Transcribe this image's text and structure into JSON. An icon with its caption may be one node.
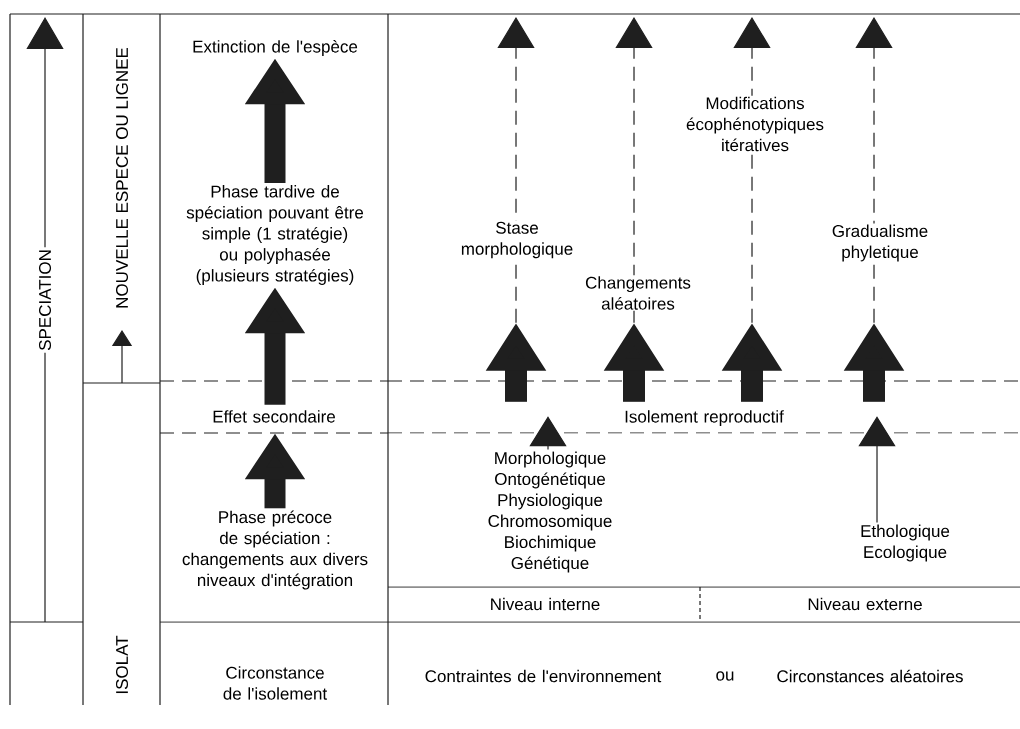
{
  "diagram": {
    "nodes": [
      {
        "text": [
          "Extinction de l'espèce"
        ]
      },
      {
        "text": [
          "Phase tardive de spéciation pouvant être simple (1 stratégie) ou polyphasée (plusieurs stratégies)"
        ]
      },
      {
        "text": [
          "Effet secondaire"
        ]
      },
      {
        "text": [
          "Phase précoce de spéciation : changements aux divers niveaux d'intégration"
        ]
      },
      {
        "text": [
          "Circonstance de l'isolement"
        ]
      },
      {
        "text": [
          "Isolement reproductif"
        ]
      },
      {
        "text": [
          "Morphologique Ontogénétique Physiologique Chromosomique Biochimique Génétique"
        ]
      },
      {
        "text": [
          "Ethologique Ecologique"
        ]
      },
      {
        "text": [
          "Niveau interne"
        ]
      },
      {
        "text": [
          "Niveau externe"
        ]
      },
      {
        "text": [
          "Contraintes de l'environnement"
        ]
      },
      {
        "text": [
          "Circonstances aléatoires"
        ]
      }
    ],
    "edges": [
      {
        "from": 1,
        "to": 0,
        "arrow": "to",
        "style": "thick"
      },
      {
        "from": 2,
        "to": 1,
        "arrow": "to",
        "style": "thick"
      },
      {
        "from": 3,
        "to": 2,
        "arrow": "to",
        "style": "thick"
      },
      {
        "from": 6,
        "to": 5,
        "arrow": "to"
      },
      {
        "from": 7,
        "to": 5,
        "arrow": "to"
      },
      {
        "from": 5,
        "to": null,
        "arrow": "to",
        "style": "dashed",
        "label": "Stase morphologique"
      },
      {
        "from": 5,
        "to": null,
        "arrow": "to",
        "style": "dashed",
        "label": "Changements aléatoires"
      },
      {
        "from": 5,
        "to": null,
        "arrow": "to",
        "style": "dashed",
        "label": "Modifications écophénotypiques itératives"
      },
      {
        "from": 5,
        "to": null,
        "arrow": "to",
        "style": "dashed",
        "label": "Gradualisme phyletique"
      }
    ],
    "labels": [
      "SPECIATION",
      "NOUVELLE ESPECE OU LIGNEE",
      "ISOLAT",
      "ou"
    ]
  }
}
